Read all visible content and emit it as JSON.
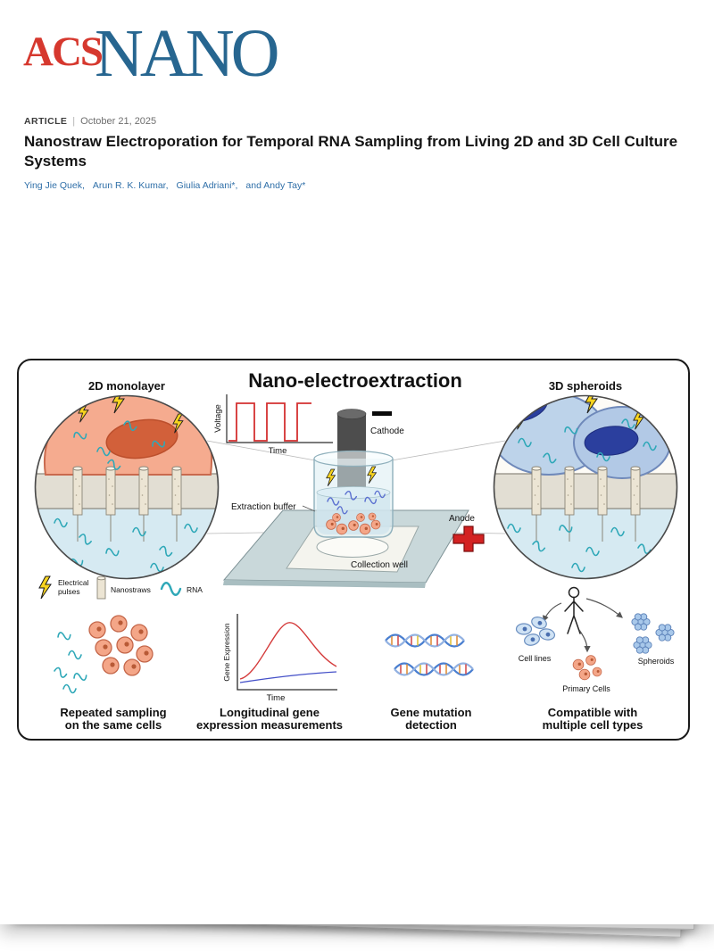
{
  "colors": {
    "logo_red": "#d6382e",
    "logo_blue": "#276690",
    "author_link": "#2f6fa8",
    "lightning_yellow": "#f8d41f",
    "rna_teal": "#2fa8b8",
    "anode_red": "#d32222",
    "voltage_trace_red": "#d43030"
  },
  "page": {
    "logo": {
      "acs": "ACS",
      "nano": "NANO"
    },
    "kicker": {
      "article_type": "ARTICLE",
      "divider": "|",
      "date": "October 21, 2025"
    },
    "title": "Nanostraw Electroporation for Temporal RNA Sampling from Living 2D and 3D Cell Culture Systems",
    "authors": [
      "Ying Jie Quek,",
      "Arun R. K. Kumar,",
      "Giulia Adriani*,",
      "and Andy Tay*"
    ]
  },
  "figure": {
    "title": "Nano-electroextraction",
    "left_panel_label": "2D monolayer",
    "right_panel_label": "3D spheroids",
    "plot": {
      "ylabel": "Voltage",
      "xlabel": "Time"
    },
    "apparatus": {
      "cathode": "Cathode",
      "anode": "Anode",
      "extraction_buffer": "Extraction buffer",
      "collection_well": "Collection well"
    },
    "legend": {
      "electrical_line1": "Electrical",
      "electrical_line2": "pulses",
      "nanostraws": "Nanostraws",
      "rna": "RNA"
    },
    "panels": [
      {
        "caption_line1": "Repeated sampling",
        "caption_line2": "on the same cells"
      },
      {
        "caption_line1": "Longitudinal gene",
        "caption_line2": "expression measurements",
        "ylabel": "Gene Expression",
        "xlabel": "Time"
      },
      {
        "caption_line1": "Gene mutation",
        "caption_line2": "detection"
      },
      {
        "caption_line1": "Compatible with",
        "caption_line2": "multiple cell types",
        "cell_lines": "Cell lines",
        "spheroids": "Spheroids",
        "primary_cells": "Primary Cells"
      }
    ]
  }
}
